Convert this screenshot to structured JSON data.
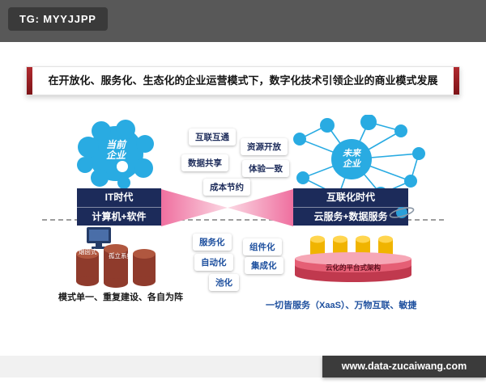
{
  "badge": {
    "text": "TG: MYYJJPP"
  },
  "title": "在开放化、服务化、生态化的企业运营模式下，数字化技术引领企业的商业模式发展",
  "diagram": {
    "current_enterprise": {
      "line1": "当前",
      "line2": "企业"
    },
    "future_enterprise": {
      "line1": "未来",
      "line2": "企业"
    },
    "top_tags": [
      "互联互通",
      "资源开放",
      "数据共享",
      "体验一致",
      "成本节约"
    ],
    "left_era": {
      "line1": "IT时代",
      "line2": "计算机+软件"
    },
    "right_era": {
      "line1": "互联化时代",
      "line2": "云服务+数据服务"
    },
    "bottom_tags": [
      "服务化",
      "组件化",
      "自动化",
      "集成化",
      "池化"
    ],
    "silo_labels": [
      "烟囱式",
      "孤立系统"
    ],
    "left_caption": "模式单一、重复建设、各自为阵",
    "platform_caption": "云化的平台式架构",
    "right_caption": "一切皆服务（XaaS）、万物互联、敏捷"
  },
  "footer": {
    "url": "www.data-zucaiwang.com"
  },
  "colors": {
    "accent_blue": "#29abe2",
    "navy": "#1c2b5a",
    "pink": "#ef6f9f",
    "silo_maroon": "#8f3b2c",
    "cylinder_yellow": "#f0b400",
    "platform_pink": "#e55f75",
    "caption_blue": "#1d4f9e",
    "bar_dark": "#3b3b3b"
  }
}
